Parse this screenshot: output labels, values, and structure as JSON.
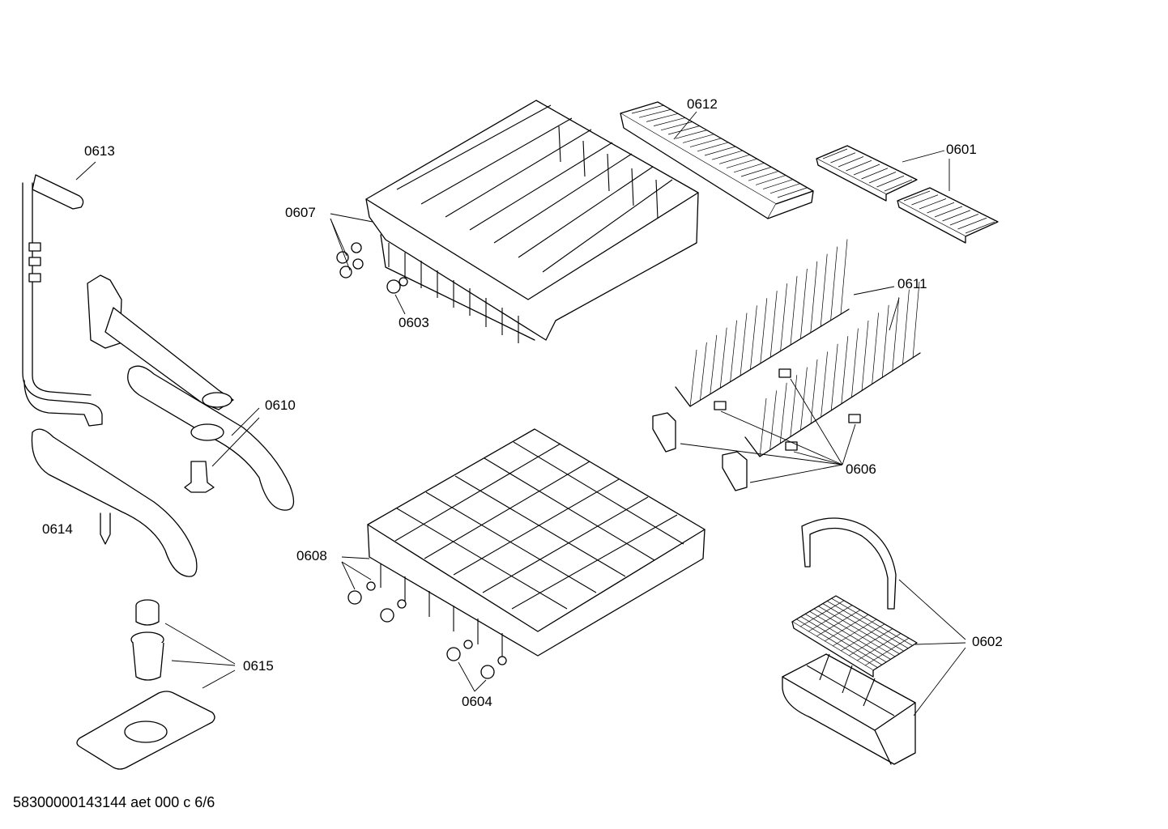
{
  "diagram": {
    "callouts": {
      "p0601": "0601",
      "p0602": "0602",
      "p0603": "0603",
      "p0604": "0604",
      "p0606": "0606",
      "p0607": "0607",
      "p0608": "0608",
      "p0610": "0610",
      "p0611": "0611",
      "p0612": "0612",
      "p0613": "0613",
      "p0614": "0614",
      "p0615": "0615"
    }
  },
  "footer": {
    "document_id": "58300000143144 aet 000 c 6/6"
  }
}
